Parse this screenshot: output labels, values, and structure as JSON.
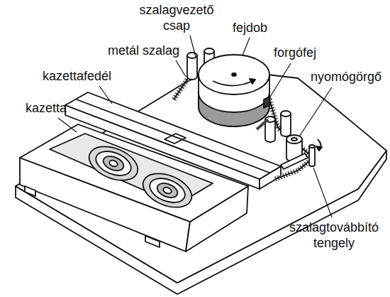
{
  "diagram": {
    "labels": [
      "szalagvezető csap",
      "fejdob",
      "metál szalag",
      "forgófej",
      "kazettafedél",
      "nyomógörgő",
      "kazetta",
      "szalagtovábbító tengely"
    ]
  }
}
